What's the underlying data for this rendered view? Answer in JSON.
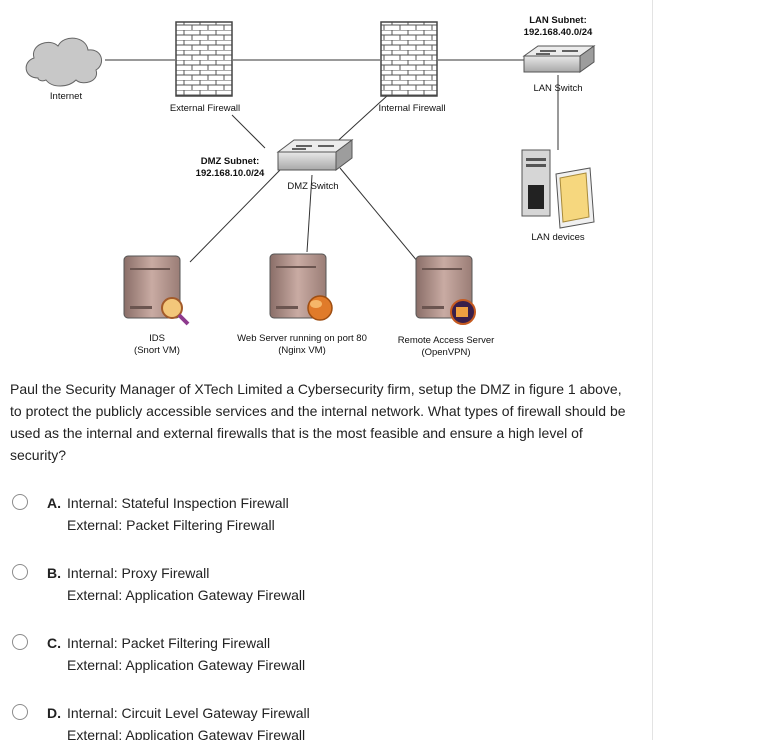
{
  "diagram": {
    "internet_label": "Internet",
    "external_firewall_label": "External Firewall",
    "internal_firewall_label": "Internal Firewall",
    "lan_subnet_title": "LAN Subnet:",
    "lan_subnet_value": "192.168.40.0/24",
    "lan_switch_label": "LAN Switch",
    "lan_devices_label": "LAN devices",
    "dmz_subnet_title": "DMZ Subnet:",
    "dmz_subnet_value": "192.168.10.0/24",
    "dmz_switch_label": "DMZ Switch",
    "ids_label_line1": "IDS",
    "ids_label_line2": "(Snort VM)",
    "web_label_line1": "Web Server running on port 80",
    "web_label_line2": "(Nginx VM)",
    "remote_label_line1": "Remote Access Server",
    "remote_label_line2": "(OpenVPN)"
  },
  "question": {
    "text": "Paul the Security Manager of XTech Limited a Cybersecurity firm, setup the  DMZ in figure 1 above, to protect the publicly accessible services and the internal network. What types of firewall should be used as the internal and external firewalls that is the most feasible and ensure a high level of security?"
  },
  "options": [
    {
      "letter": "A.",
      "line1": "Internal: Stateful Inspection Firewall",
      "line2": "External: Packet Filtering Firewall"
    },
    {
      "letter": "B.",
      "line1": "Internal: Proxy Firewall",
      "line2": "External: Application Gateway Firewall"
    },
    {
      "letter": "C.",
      "line1": "Internal: Packet Filtering Firewall",
      "line2": "External: Application Gateway Firewall"
    },
    {
      "letter": "D.",
      "line1": "Internal: Circuit Level Gateway Firewall",
      "line2": "External: Application Gateway Firewall"
    }
  ],
  "colors": {
    "brick": "#ffffff",
    "mortar": "#555555",
    "server_body": "#c9a9a0",
    "switch_body": "#cfcfcf"
  }
}
